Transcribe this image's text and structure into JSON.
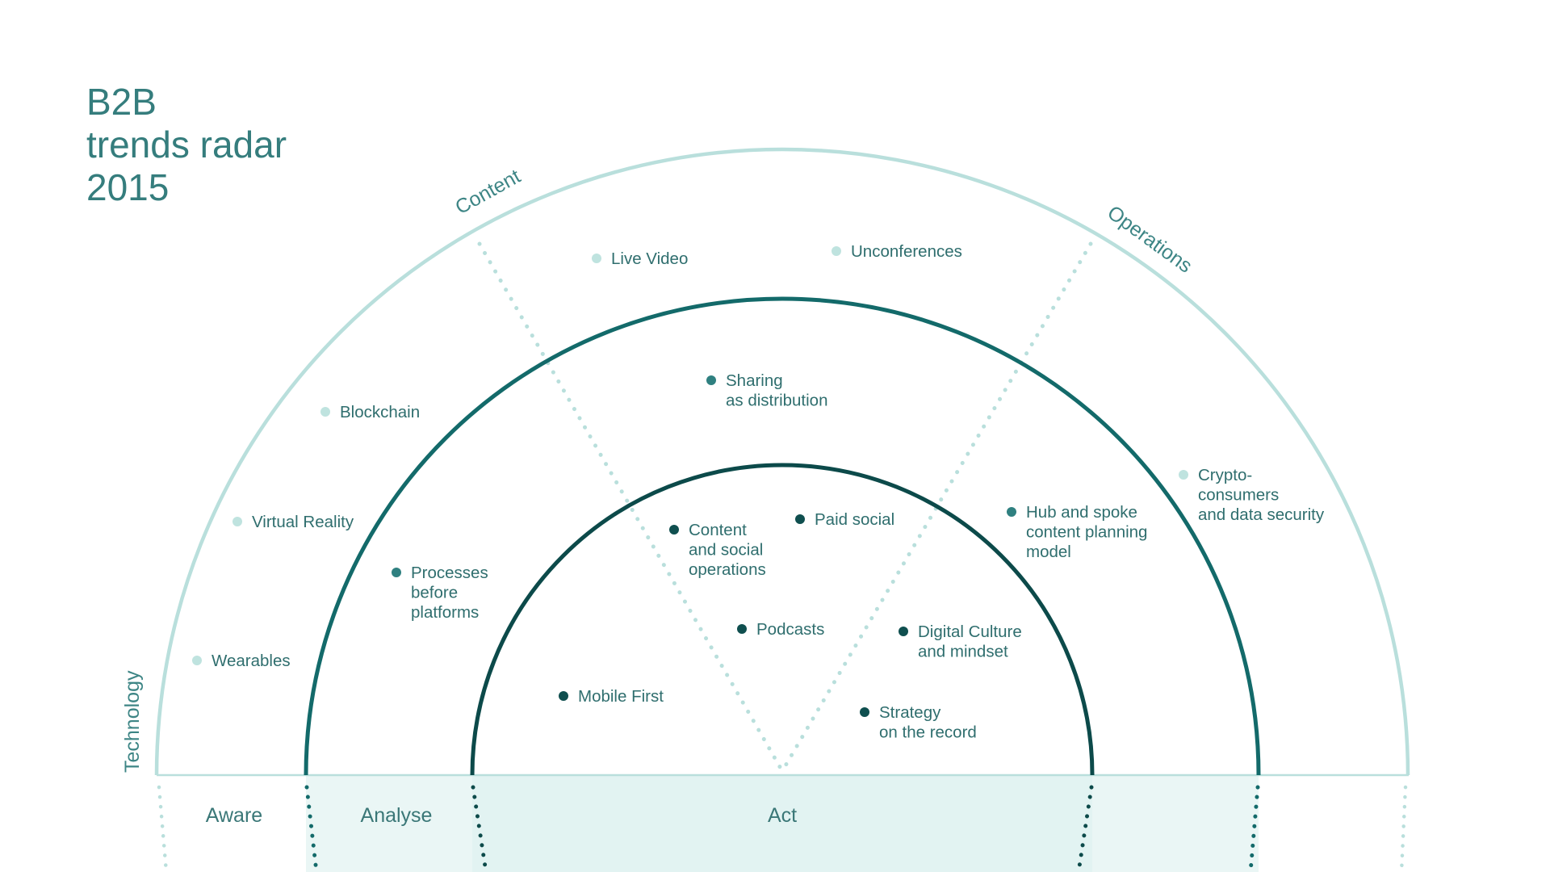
{
  "title": {
    "line1": "B2B",
    "line2": "trends radar",
    "line3": "2015"
  },
  "sectors": {
    "technology": "Technology",
    "content": "Content",
    "operations": "Operations"
  },
  "zones": {
    "aware": "Aware",
    "analyse": "Analyse",
    "act": "Act"
  },
  "colors": {
    "aware": "#bfe3df",
    "analyse": "#2f8080",
    "act": "#0f4f4f",
    "outer_ring": "#b9dfdc",
    "middle_ring": "#136a6a",
    "inner_ring": "#0c4a4a",
    "band_fill": "#eaf6f5",
    "title": "#357d7d"
  },
  "items": [
    {
      "id": "wearables",
      "lines": [
        "Wearables"
      ],
      "ring": "aware"
    },
    {
      "id": "virtual-reality",
      "lines": [
        "Virtual Reality"
      ],
      "ring": "aware"
    },
    {
      "id": "blockchain",
      "lines": [
        "Blockchain"
      ],
      "ring": "aware"
    },
    {
      "id": "live-video",
      "lines": [
        "Live Video"
      ],
      "ring": "aware"
    },
    {
      "id": "unconferences",
      "lines": [
        "Unconferences"
      ],
      "ring": "aware"
    },
    {
      "id": "crypto-consumers",
      "lines": [
        "Crypto-",
        "consumers",
        "and data security"
      ],
      "ring": "aware"
    },
    {
      "id": "processes-before-platforms",
      "lines": [
        "Processes",
        "before",
        "platforms"
      ],
      "ring": "analyse"
    },
    {
      "id": "sharing-as-distribution",
      "lines": [
        "Sharing",
        "as distribution"
      ],
      "ring": "analyse"
    },
    {
      "id": "hub-and-spoke",
      "lines": [
        "Hub and spoke",
        "content planning",
        "model"
      ],
      "ring": "analyse"
    },
    {
      "id": "mobile-first",
      "lines": [
        "Mobile First"
      ],
      "ring": "act"
    },
    {
      "id": "content-social-operations",
      "lines": [
        "Content",
        "and social",
        "operations"
      ],
      "ring": "act"
    },
    {
      "id": "paid-social",
      "lines": [
        "Paid social"
      ],
      "ring": "act"
    },
    {
      "id": "podcasts",
      "lines": [
        "Podcasts"
      ],
      "ring": "act"
    },
    {
      "id": "digital-culture",
      "lines": [
        "Digital Culture",
        "and mindset"
      ],
      "ring": "act"
    },
    {
      "id": "strategy-on-record",
      "lines": [
        "Strategy",
        "on the record"
      ],
      "ring": "act"
    }
  ]
}
